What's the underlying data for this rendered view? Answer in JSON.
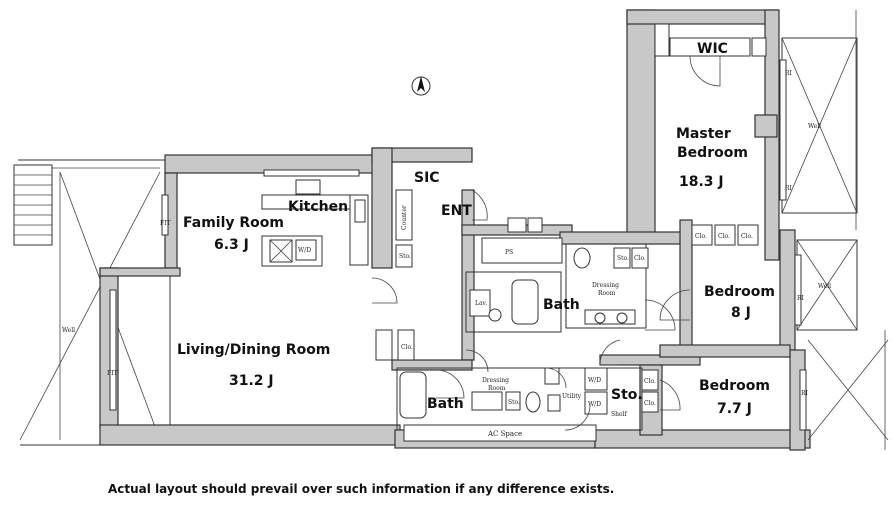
{
  "rooms": {
    "wic": "WIC",
    "master_bedroom_line1": "Master",
    "master_bedroom_line2": "Bedroom",
    "master_bedroom_size": "18.3 J",
    "sic": "SIC",
    "ent": "ENT",
    "kitchen": "Kitchen",
    "family_room": "Family Room",
    "family_room_size": "6.3 J",
    "living_dining": "Living/Dining Room",
    "living_dining_size": "31.2 J",
    "bedroom2": "Bedroom",
    "bedroom2_size": "8 J",
    "bedroom3": "Bedroom",
    "bedroom3_size": "7.7 J",
    "bath1": "Bath",
    "bath2": "Bath",
    "sto": "Sto."
  },
  "labels": {
    "well": "Well",
    "counter": "Counter",
    "sto_small": "Sto.",
    "clo": "Clo.",
    "ps": "PS",
    "lav": "Lav.",
    "dressing_room_1": "Dressing",
    "dressing_room_2": "Room",
    "utility": "Utility",
    "wd": "W/D",
    "shelf": "Shelf",
    "ac_space": "AC Space",
    "ri": "RI",
    "fit": "FIT"
  },
  "disclaimer": "Actual layout should prevail over such information if any difference exists."
}
